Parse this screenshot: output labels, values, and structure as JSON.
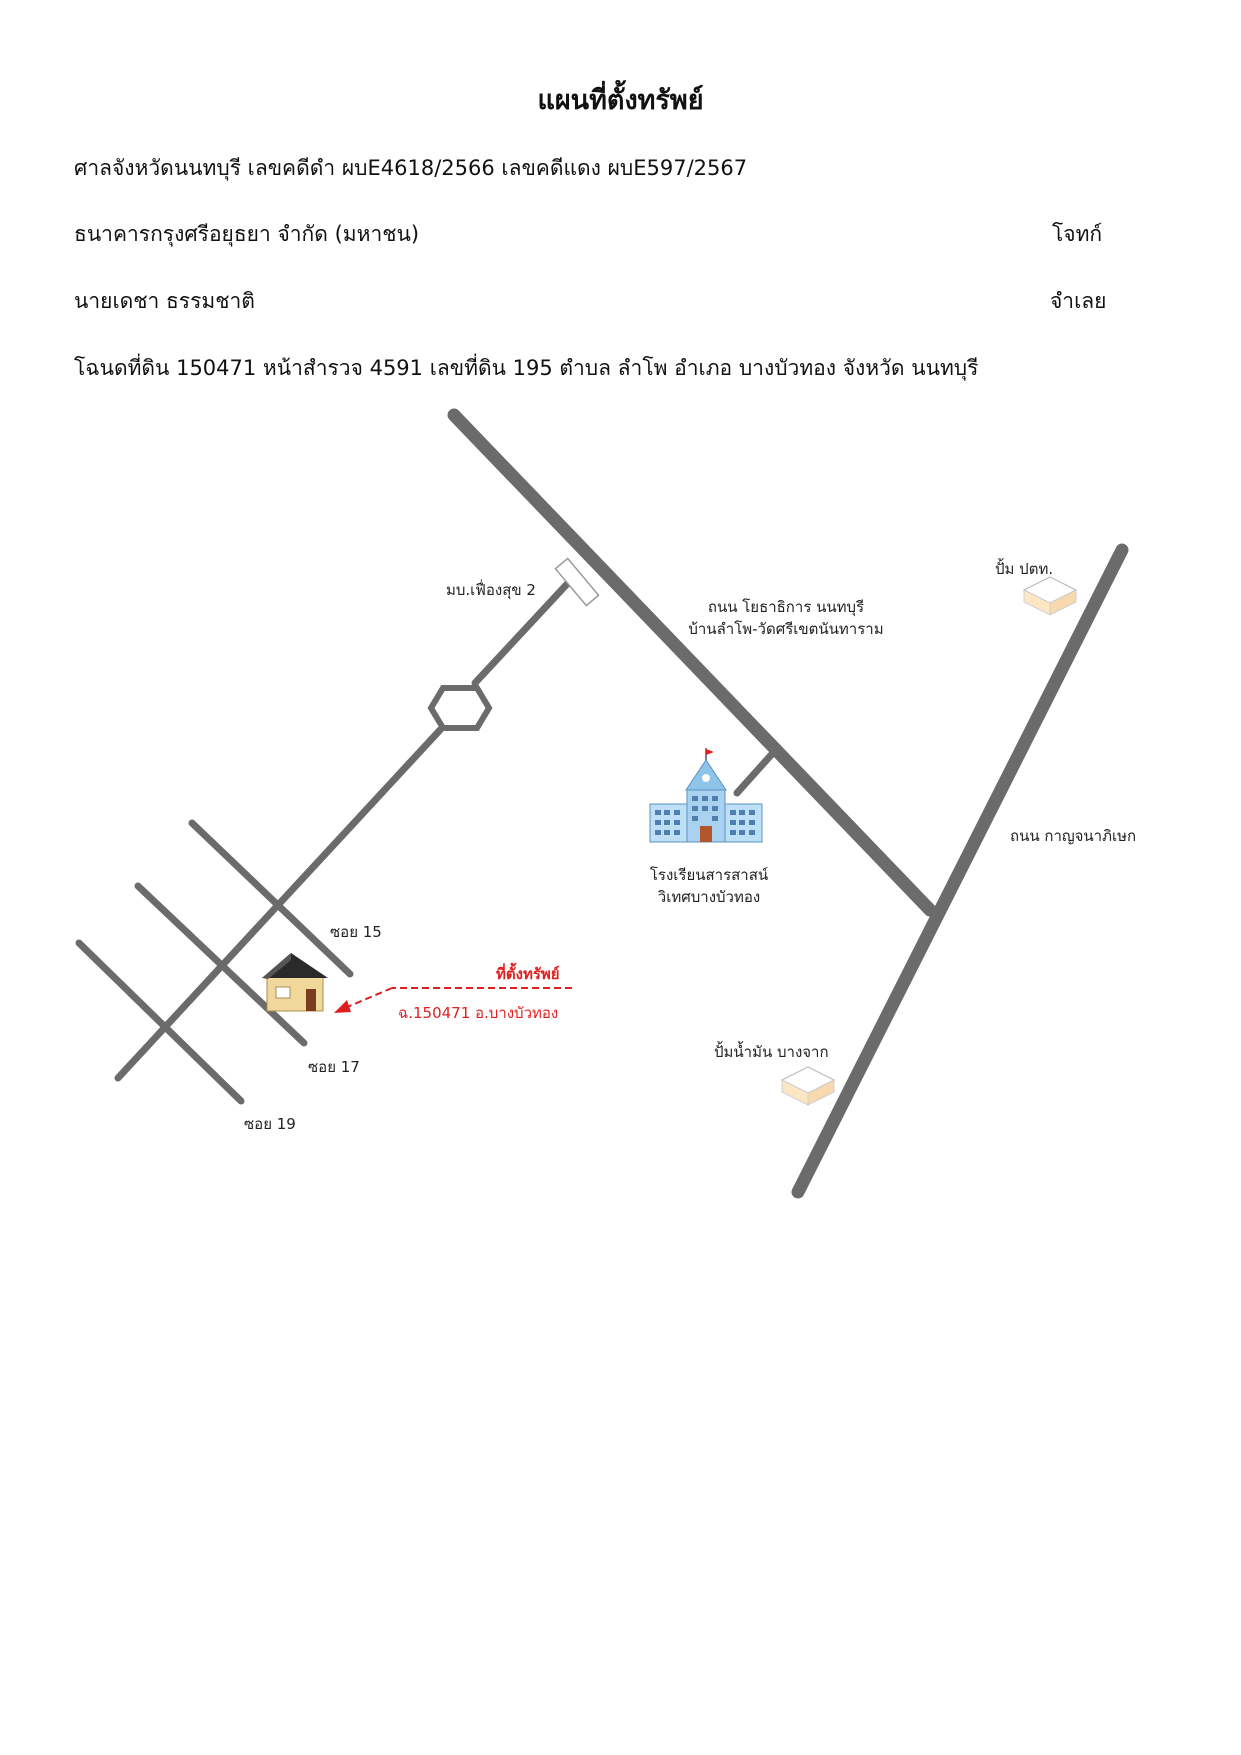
{
  "header": {
    "title": "แผนที่ตั้งทรัพย์",
    "court_line": "ศาลจังหวัดนนทบุรี เลขคดีดำ ผบE4618/2566  เลขคดีแดง ผบE597/2567",
    "plaintiff_name": "ธนาคารกรุงศรีอยุธยา จำกัด (มหาชน)",
    "plaintiff_role": "โจทก์",
    "defendant_name": "นายเดชา ธรรมชาติ",
    "defendant_role": "จำเลย",
    "deed_line": "โฉนดที่ดิน 150471 หน้าสำรวจ 4591  เลขที่ดิน 195 ตำบล ลำโพ อำเภอ บางบัวทอง จังหวัด นนทบุรี"
  },
  "map": {
    "village": "มบ.เฟื่องสุข 2",
    "main_road_line1": "ถนน โยธาธิการ นนทบุรี",
    "main_road_line2": "บ้านลำโพ-วัดศรีเขตนันทาราม",
    "right_road": "ถนน กาญจนาภิเษก",
    "ptt_pump": "ปั้ม ปตท.",
    "bangchak_pump": "ปั้มน้ำมัน บางจาก",
    "school_line1": "โรงเรียนสารสาสน์",
    "school_line2": "วิเทศบางบัวทอง",
    "soi_15": "ซอย 15",
    "soi_17": "ซอย 17",
    "soi_19": "ซอย 19",
    "property_title": "ที่ตั้งทรัพย์",
    "property_deed": "ฉ.150471 อ.บางบัวทอง"
  },
  "colors": {
    "road": "#6b6b6b",
    "marker": "#e02020",
    "house_wall": "#f0d79a",
    "house_roof": "#2a2a2a",
    "school": "#8ec3ea",
    "pump_box": "#fde6c4"
  },
  "icons": [
    "house-icon",
    "school-icon",
    "pump-station-icon",
    "gate-icon",
    "roundabout-icon"
  ]
}
